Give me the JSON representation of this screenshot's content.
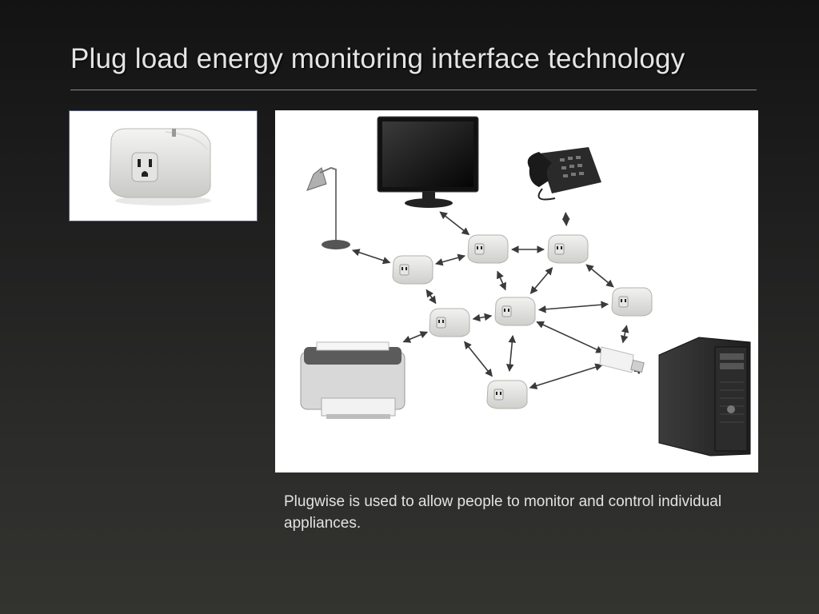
{
  "slide": {
    "title": "Plug load energy monitoring interface technology",
    "caption": "Plugwise is used to allow people to monitor and control individual appliances."
  },
  "diagram": {
    "nodes": [
      {
        "id": "lamp",
        "kind": "lamp"
      },
      {
        "id": "monitor",
        "kind": "monitor"
      },
      {
        "id": "phone",
        "kind": "phone"
      },
      {
        "id": "printer",
        "kind": "printer"
      },
      {
        "id": "server",
        "kind": "server"
      },
      {
        "id": "usb-stick",
        "kind": "usb-stick"
      },
      {
        "id": "plug-1",
        "kind": "plug"
      },
      {
        "id": "plug-2",
        "kind": "plug"
      },
      {
        "id": "plug-3",
        "kind": "plug"
      },
      {
        "id": "plug-4",
        "kind": "plug"
      },
      {
        "id": "plug-5",
        "kind": "plug"
      },
      {
        "id": "plug-6",
        "kind": "plug"
      },
      {
        "id": "plug-7",
        "kind": "plug"
      }
    ],
    "edges": [
      [
        "lamp",
        "plug-1"
      ],
      [
        "monitor",
        "plug-2"
      ],
      [
        "phone",
        "plug-3"
      ],
      [
        "plug-1",
        "plug-2"
      ],
      [
        "plug-2",
        "plug-3"
      ],
      [
        "plug-3",
        "plug-4"
      ],
      [
        "plug-1",
        "plug-5"
      ],
      [
        "plug-2",
        "plug-6"
      ],
      [
        "plug-3",
        "plug-6"
      ],
      [
        "plug-5",
        "plug-6"
      ],
      [
        "plug-6",
        "plug-4"
      ],
      [
        "plug-4",
        "usb-stick"
      ],
      [
        "plug-5",
        "printer"
      ],
      [
        "plug-5",
        "plug-7"
      ],
      [
        "plug-6",
        "plug-7"
      ],
      [
        "plug-6",
        "usb-stick"
      ],
      [
        "plug-7",
        "usb-stick"
      ],
      [
        "usb-stick",
        "server"
      ]
    ]
  }
}
